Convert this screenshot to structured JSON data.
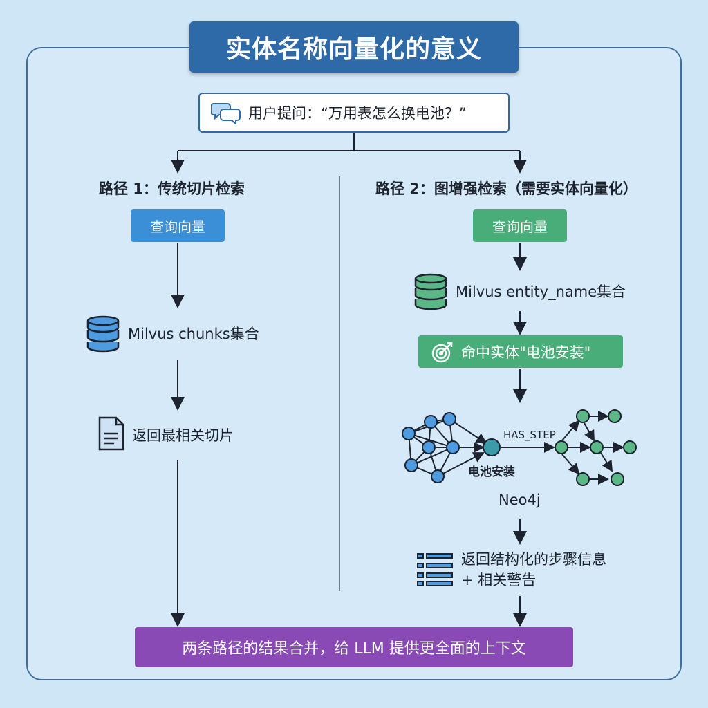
{
  "title": "实体名称向量化的意义",
  "question": "用户提问：“万用表怎么换电池？”",
  "path1": {
    "title": "路径 1：传统切片检索",
    "query_label": "查询向量",
    "collection_label": "Milvus chunks集合",
    "result_label": "返回最相关切片"
  },
  "path2": {
    "title": "路径 2：图增强检索（需要实体向量化）",
    "query_label": "查询向量",
    "collection_label": "Milvus entity_name集合",
    "hit_label": "命中实体\"电池安装\"",
    "edge_label": "HAS_STEP",
    "node_label": "电池安装",
    "graph_label": "Neo4j",
    "result_line1": "返回结构化的步骤信息",
    "result_line2": "+ 相关警告"
  },
  "merge_label": "两条路径的结果合并，给 LLM 提供更全面的上下文",
  "colors": {
    "title_bg": "#2f6aa8",
    "path1_accent": "#3a8fd6",
    "path2_accent": "#48ad78",
    "merge_bg": "#8a4ab5"
  }
}
